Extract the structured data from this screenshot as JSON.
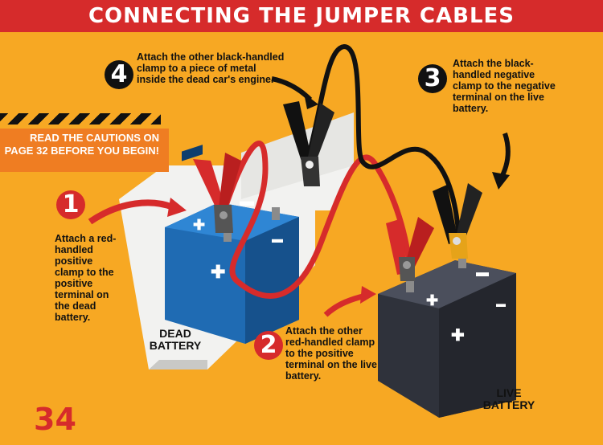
{
  "header": {
    "title": "CONNECTING THE JUMPER CABLES"
  },
  "caution": {
    "text": "READ THE CAUTIONS ON PAGE 32 BEFORE YOU BEGIN!"
  },
  "steps": [
    {
      "number": "1",
      "text": "Attach a red-handled positive clamp to the positive terminal on the dead battery."
    },
    {
      "number": "2",
      "text": "Attach the other red-handled clamp to the positive terminal on the live battery."
    },
    {
      "number": "3",
      "text": "Attach the black-handled negative clamp to the negative terminal on the live battery."
    },
    {
      "number": "4",
      "text": "Attach the other black-handled clamp to a piece of metal inside the dead car's engine."
    }
  ],
  "labels": {
    "dead_battery": "DEAD BATTERY",
    "live_battery": "LIVE BATTERY"
  },
  "page_number": "34",
  "colors": {
    "background": "#f7a823",
    "banner": "#d62b2b",
    "caution": "#ef7d22",
    "red_cable": "#d62b2b",
    "black_cable": "#111111",
    "dead_battery": "#1a5a9a",
    "live_battery": "#3a3d48"
  }
}
